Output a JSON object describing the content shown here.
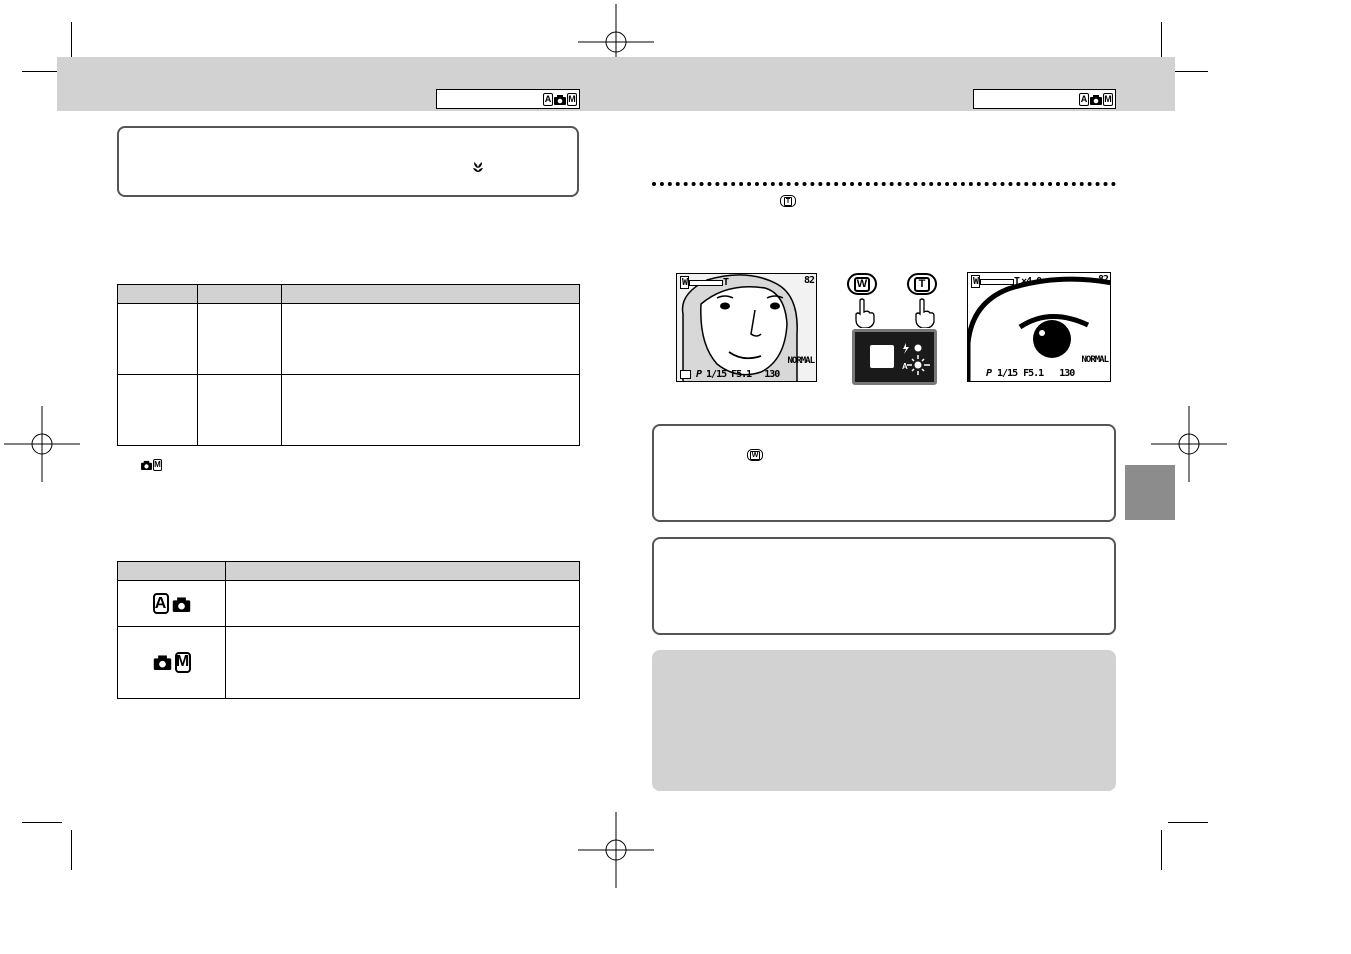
{
  "page_left": {
    "mode_label": "",
    "mode_icons": [
      "A",
      "camera",
      "M"
    ],
    "notice_icon": "macro-tulip-icon",
    "table1": {
      "headers": [
        "",
        "",
        ""
      ],
      "rows": [
        [
          "",
          "",
          ""
        ],
        [
          "",
          "",
          ""
        ]
      ]
    },
    "footnote_icons": [
      "camera",
      "M"
    ],
    "table2": {
      "headers": [
        "",
        ""
      ],
      "rows": [
        {
          "icons": [
            "A",
            "camera"
          ],
          "desc": ""
        },
        {
          "icons": [
            "camera",
            "M"
          ],
          "desc": ""
        }
      ]
    }
  },
  "page_right": {
    "mode_label": "",
    "mode_icons": [
      "A",
      "camera",
      "M"
    ],
    "intro_key": "T",
    "lcd_wide": {
      "zoom_w": "W",
      "zoom_t": "T",
      "frames": "82",
      "mode": "P",
      "shutter": "1/15",
      "aperture": "F5.1",
      "quality": "NORMAL",
      "count": "130"
    },
    "zoom_buttons": [
      "W",
      "T"
    ],
    "lcd_tele": {
      "zoom_w": "W",
      "zoom_t": "T",
      "digital": "×4.0",
      "frames": "82",
      "mode": "P",
      "shutter": "1/15",
      "aperture": "F5.1",
      "quality": "NORMAL",
      "count": "130"
    },
    "notice1_key": "W"
  },
  "colors": {
    "header_band": "#d2d2d2",
    "side_tab": "#8c8c8c",
    "table_header": "#d2d2d2"
  }
}
